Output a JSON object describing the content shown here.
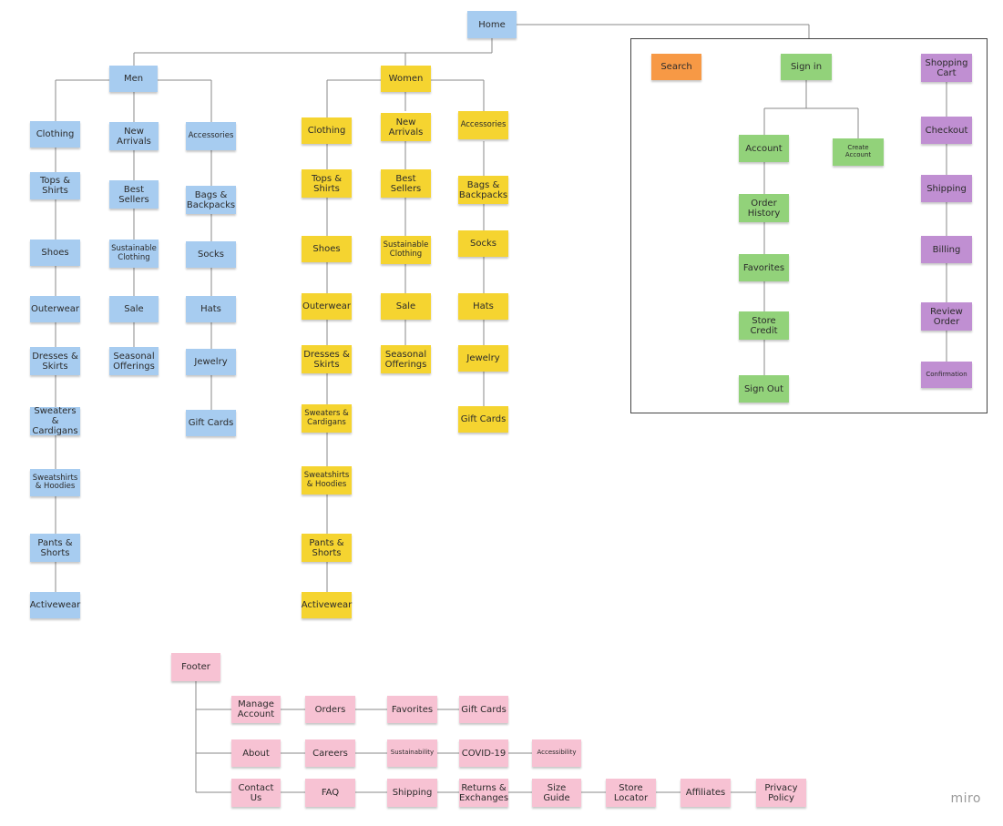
{
  "logo": "miro",
  "nodes": {
    "home": "Home",
    "men": "Men",
    "women": "Women",
    "men_clothing": "Clothing",
    "men_tops": "Tops &\nShirts",
    "men_shoes": "Shoes",
    "men_outerwear": "Outerwear",
    "men_dresses": "Dresses &\nSkirts",
    "men_sweaters": "Sweaters &\nCardigans",
    "men_sweatshirts": "Sweatshirts\n& Hoodies",
    "men_pants": "Pants &\nShorts",
    "men_activewear": "Activewear",
    "men_new": "New\nArrivals",
    "men_best": "Best\nSellers",
    "men_sustainable": "Sustainable\nClothing",
    "men_sale": "Sale",
    "men_seasonal": "Seasonal\nOfferings",
    "men_accessories": "Accessories",
    "men_bags": "Bags &\nBackpacks",
    "men_socks": "Socks",
    "men_hats": "Hats",
    "men_jewelry": "Jewelry",
    "men_giftcards": "Gift Cards",
    "women_clothing": "Clothing",
    "women_tops": "Tops &\nShirts",
    "women_shoes": "Shoes",
    "women_outerwear": "Outerwear",
    "women_dresses": "Dresses &\nSkirts",
    "women_sweaters": "Sweaters &\nCardigans",
    "women_sweatshirts": "Sweatshirts\n& Hoodies",
    "women_pants": "Pants &\nShorts",
    "women_activewear": "Activewear",
    "women_new": "New\nArrivals",
    "women_best": "Best\nSellers",
    "women_sustainable": "Sustainable\nClothing",
    "women_sale": "Sale",
    "women_seasonal": "Seasonal\nOfferings",
    "women_accessories": "Accessories",
    "women_bags": "Bags &\nBackpacks",
    "women_socks": "Socks",
    "women_hats": "Hats",
    "women_jewelry": "Jewelry",
    "women_giftcards": "Gift Cards",
    "search": "Search",
    "signin": "Sign in",
    "account": "Account",
    "create_account": "Create\nAccount",
    "order_history": "Order\nHistory",
    "favorites": "Favorites",
    "store_credit": "Store\nCredit",
    "sign_out": "Sign Out",
    "cart": "Shopping\nCart",
    "checkout": "Checkout",
    "shipping": "Shipping",
    "billing": "Billing",
    "review_order": "Review\nOrder",
    "confirmation": "Confirmation",
    "footer": "Footer",
    "f_manage": "Manage\nAccount",
    "f_orders": "Orders",
    "f_favorites": "Favorites",
    "f_giftcards": "Gift Cards",
    "f_about": "About",
    "f_careers": "Careers",
    "f_sustainability": "Sustainability",
    "f_covid": "COVID-19",
    "f_accessibility": "Accessibility",
    "f_contact": "Contact\nUs",
    "f_faq": "FAQ",
    "f_shipping": "Shipping",
    "f_returns": "Returns &\nExchanges",
    "f_size": "Size\nGuide",
    "f_store": "Store\nLocator",
    "f_affiliates": "Affiliates",
    "f_privacy": "Privacy\nPolicy"
  },
  "colors": {
    "men": "#a7ccf0",
    "women": "#f5d430",
    "account": "#92d27a",
    "cart": "#c08fd2",
    "search": "#f79945",
    "footer": "#f7c2d3"
  }
}
